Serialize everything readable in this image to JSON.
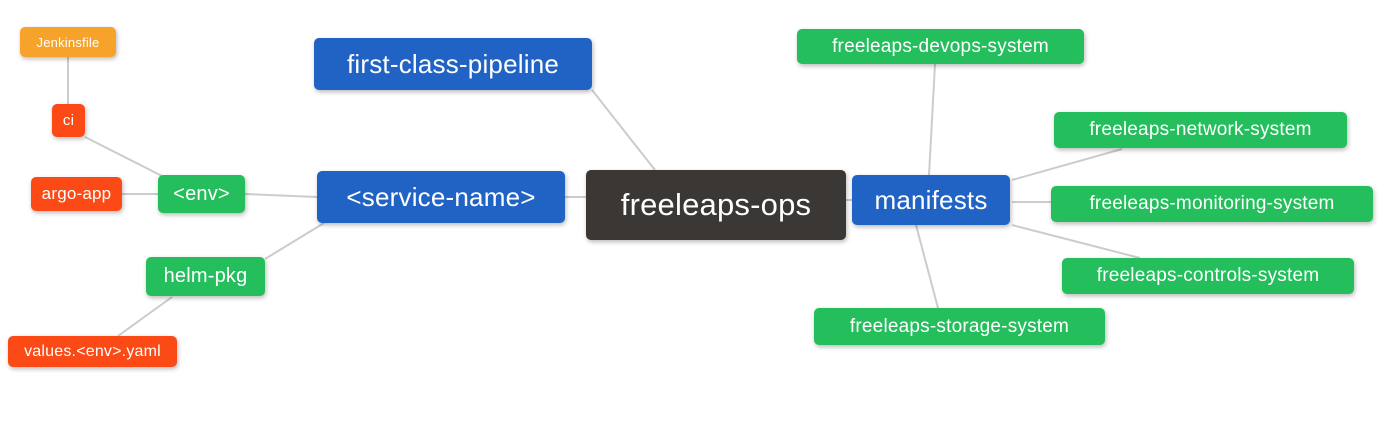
{
  "diagram": {
    "type": "mindmap",
    "root": "freeleaps_ops",
    "nodes": {
      "jenkinsfile": {
        "label": "Jenkinsfile",
        "color": "orange"
      },
      "ci": {
        "label": "ci",
        "color": "red"
      },
      "argo_app": {
        "label": "argo-app",
        "color": "red"
      },
      "env": {
        "label": "<env>",
        "color": "green"
      },
      "helm_pkg": {
        "label": "helm-pkg",
        "color": "green"
      },
      "values_env_yaml": {
        "label": "values.<env>.yaml",
        "color": "red"
      },
      "first_class_pipeline": {
        "label": "first-class-pipeline",
        "color": "blue"
      },
      "service_name": {
        "label": "<service-name>",
        "color": "blue"
      },
      "freeleaps_ops": {
        "label": "freeleaps-ops",
        "color": "dark"
      },
      "manifests": {
        "label": "manifests",
        "color": "blue"
      },
      "devops_system": {
        "label": "freeleaps-devops-system",
        "color": "green"
      },
      "network_system": {
        "label": "freeleaps-network-system",
        "color": "green"
      },
      "monitoring_system": {
        "label": "freeleaps-monitoring-system",
        "color": "green"
      },
      "controls_system": {
        "label": "freeleaps-controls-system",
        "color": "green"
      },
      "storage_system": {
        "label": "freeleaps-storage-system",
        "color": "green"
      }
    },
    "edges": [
      {
        "from": "jenkinsfile",
        "to": "ci"
      },
      {
        "from": "ci",
        "to": "env"
      },
      {
        "from": "argo_app",
        "to": "env"
      },
      {
        "from": "env",
        "to": "service_name"
      },
      {
        "from": "helm_pkg",
        "to": "service_name"
      },
      {
        "from": "values_env_yaml",
        "to": "helm_pkg"
      },
      {
        "from": "first_class_pipeline",
        "to": "freeleaps_ops"
      },
      {
        "from": "service_name",
        "to": "freeleaps_ops"
      },
      {
        "from": "freeleaps_ops",
        "to": "manifests"
      },
      {
        "from": "manifests",
        "to": "devops_system"
      },
      {
        "from": "manifests",
        "to": "network_system"
      },
      {
        "from": "manifests",
        "to": "monitoring_system"
      },
      {
        "from": "manifests",
        "to": "controls_system"
      },
      {
        "from": "manifests",
        "to": "storage_system"
      }
    ],
    "colors": {
      "orange": "#F7A32B",
      "red": "#FB4A16",
      "green": "#24BF5C",
      "blue": "#2063C5",
      "dark": "#3B3735",
      "edge": "#CCCCCC",
      "text": "#FFFFFF",
      "background": "#FFFFFF"
    }
  }
}
